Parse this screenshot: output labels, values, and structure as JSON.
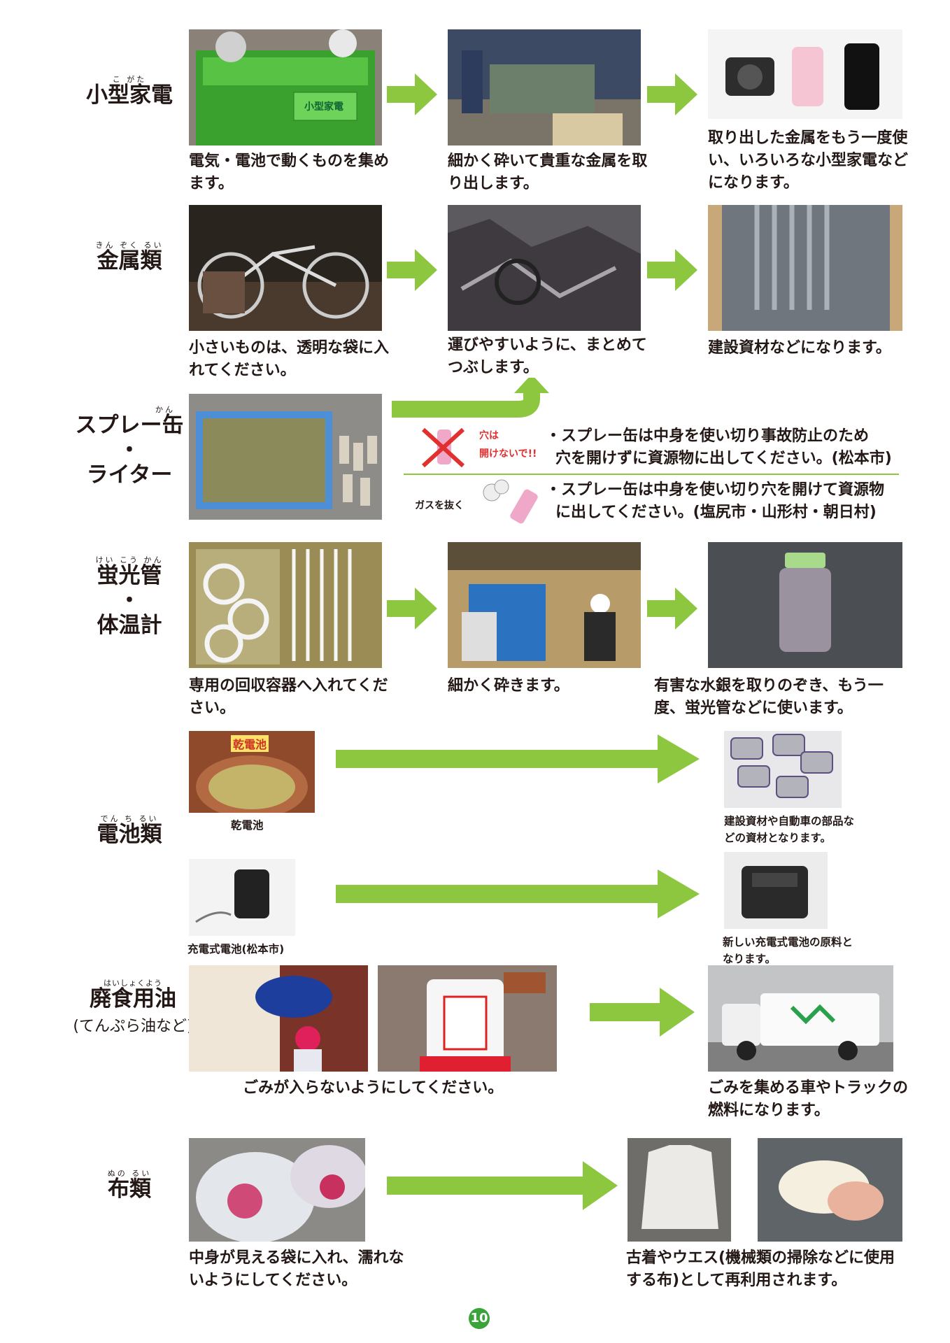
{
  "sections": {
    "small_appliances": {
      "title_ruby": "こ がた",
      "title": "小型家電",
      "step1": "電気・電池で動くものを集めます。",
      "step2": "細かく砕いて貴重な金属を取り出します。",
      "step3": "取り出した金属をもう一度使い、いろいろな小型家電などになります。",
      "photo_label": "小型家電"
    },
    "metals": {
      "title_ruby": "きん ぞく るい",
      "title": "金属類",
      "step1": "小さいものは、透明な袋に入れてください。",
      "step2": "運びやすいように、まとめてつぶします。",
      "step3": "建設資材などになります。"
    },
    "spray_cans": {
      "title_ruby": "かん",
      "title_line1": "スプレー缶",
      "dot": "・",
      "title_line2": "ライター",
      "warn_label_1": "穴は",
      "warn_label_2": "開けないで!!",
      "note1_line1": "・スプレー缶は中身を使い切り事故防止のため",
      "note1_line2": "穴を開けずに資源物に出してください。(松本市)",
      "gas_label": "ガスを抜く",
      "note2_line1": "・スプレー缶は中身を使い切り穴を開けて資源物",
      "note2_line2": "に出してください。(塩尻市・山形村・朝日村)"
    },
    "fluorescent": {
      "title_ruby": "けい こう かん",
      "title_line1": "蛍光管",
      "dot": "・",
      "title_line2": "体温計",
      "step1": "専用の回収容器へ入れてください。",
      "step2": "細かく砕きます。",
      "step3": "有害な水銀を取りのぞき、もう一度、蛍光管などに使います。"
    },
    "batteries": {
      "title_ruby": "でん ち るい",
      "title": "電池類",
      "dry_label": "乾電池",
      "dry_result": "建設資材や自動車の部品などの資材となります。",
      "rechargeable_label": "充電式電池(松本市)",
      "rechargeable_result": "新しい充電式電池の原料となります。",
      "bucket_label": "乾電池"
    },
    "cooking_oil": {
      "title_ruby": "はいしょくよう",
      "title": "廃食用油",
      "subtitle": "(てんぷら油など)",
      "step1": "ごみが入らないようにしてください。",
      "step3": "ごみを集める車やトラックの燃料になります。"
    },
    "cloth": {
      "title_ruby": "ぬの るい",
      "title": "布類",
      "step1": "中身が見える袋に入れ、濡れないようにしてください。",
      "step3": "古着やウエス(機械類の掃除などに使用する布)として再利用されます。"
    }
  },
  "page_number": "10",
  "colors": {
    "arrow": "#8dc63f",
    "page_badge": "#3aa33a"
  }
}
